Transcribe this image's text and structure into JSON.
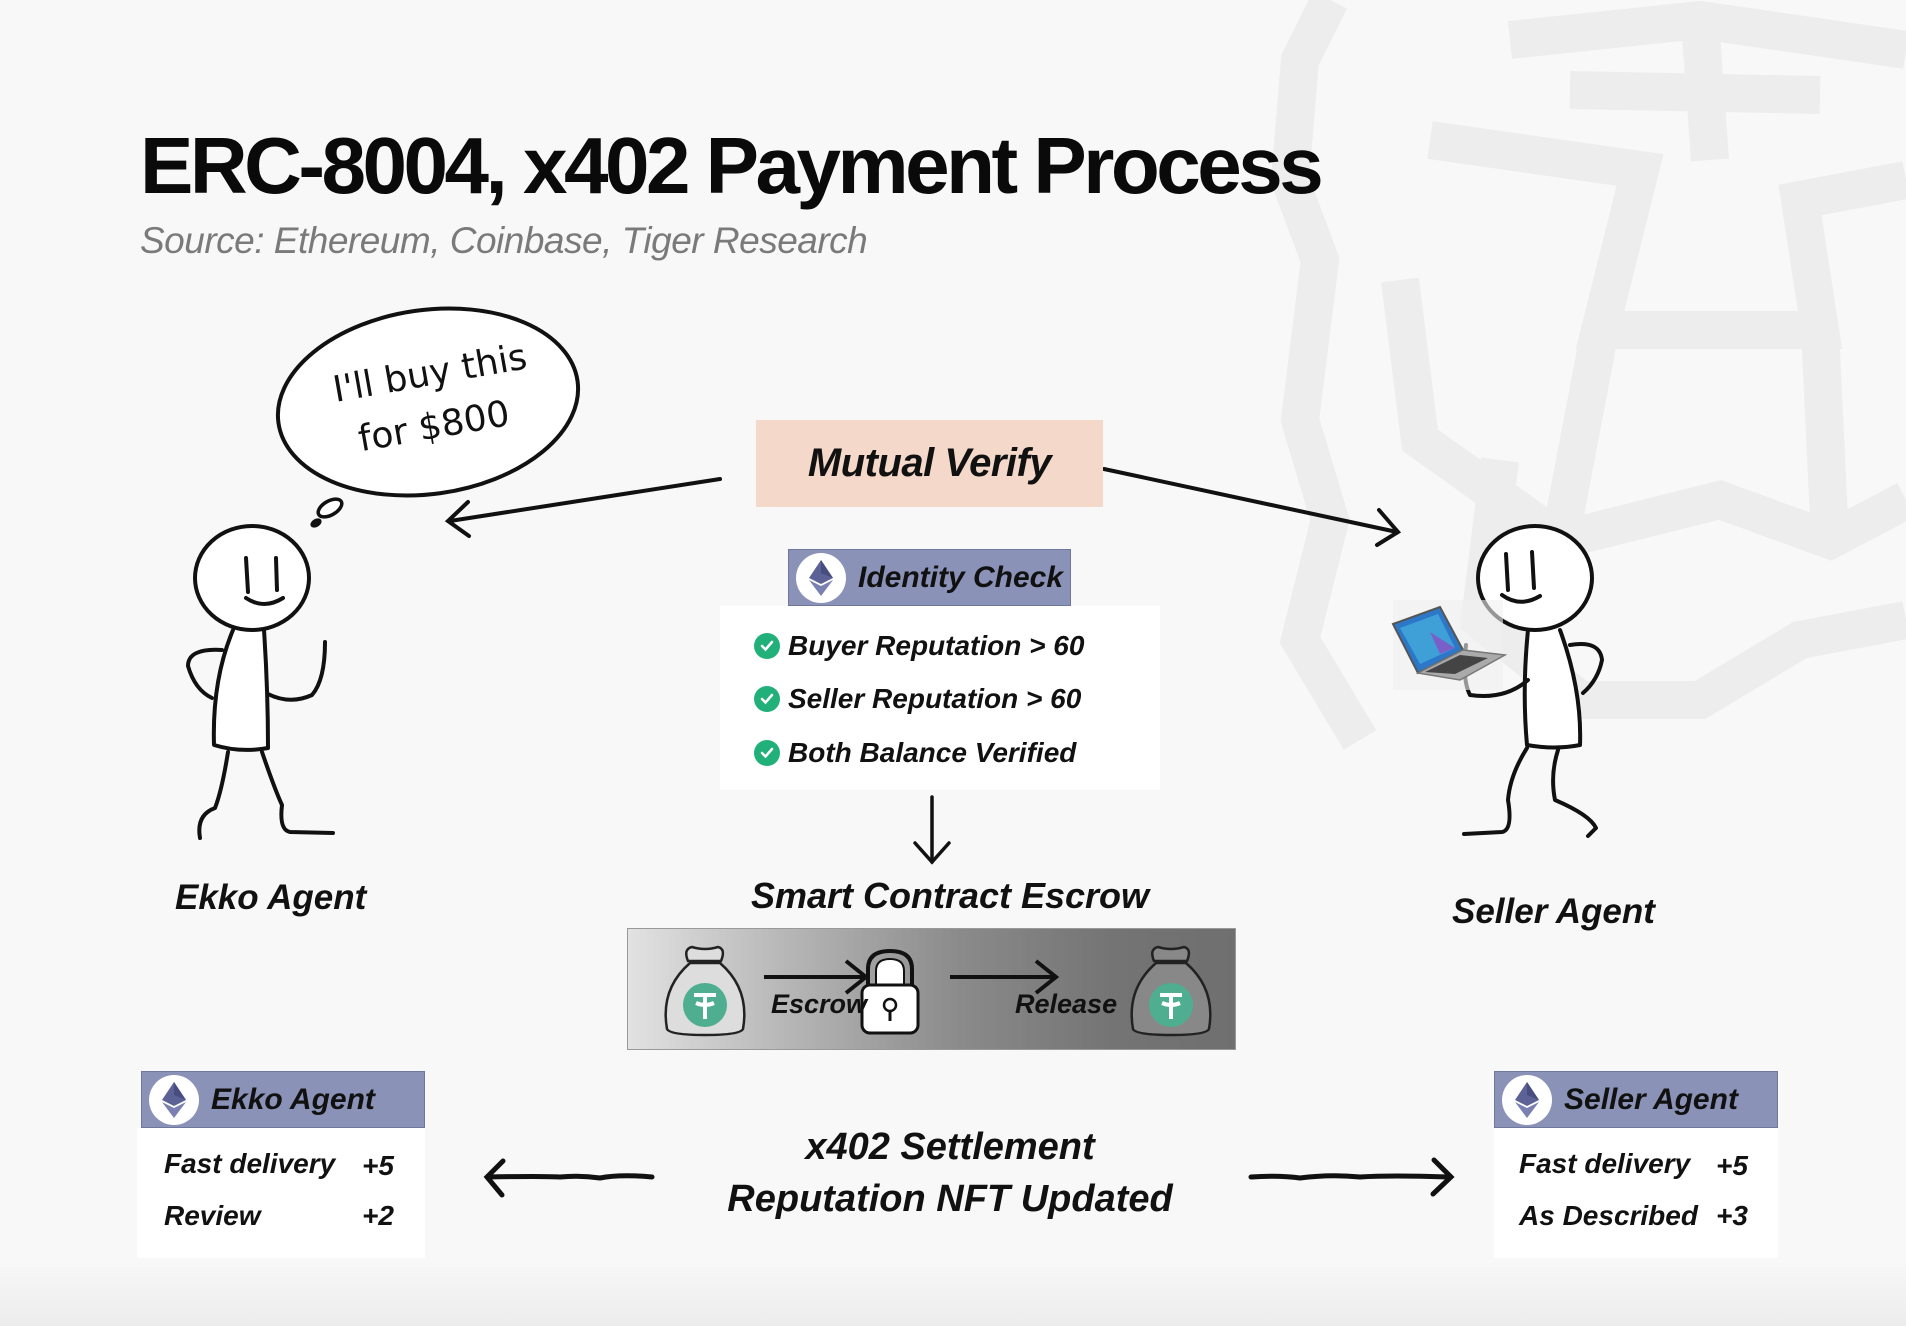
{
  "header": {
    "title": "ERC-8004, x402 Payment Process",
    "subtitle": "Source: Ethereum, Coinbase, Tiger Research"
  },
  "buyer": {
    "name": "Ekko Agent",
    "thought_line1": "I'll buy this",
    "thought_line2": "for $800"
  },
  "seller": {
    "name": "Seller Agent"
  },
  "verify": {
    "label": "Mutual Verify",
    "identity_check": {
      "title": "Identity Check",
      "items": [
        {
          "text": "Buyer Reputation > 60",
          "status": "checked"
        },
        {
          "text": "Seller Reputation > 60",
          "status": "checked"
        },
        {
          "text": "Both Balance Verified",
          "status": "checked"
        }
      ]
    }
  },
  "escrow": {
    "title": "Smart Contract Escrow",
    "step1": "Escrow",
    "step2": "Release"
  },
  "settlement": {
    "line1": "x402 Settlement",
    "line2": "Reputation NFT Updated"
  },
  "reputation_cards": {
    "buyer": {
      "title": "Ekko Agent",
      "rows": [
        {
          "label": "Fast delivery",
          "value": "+5"
        },
        {
          "label": "Review",
          "value": "+2"
        }
      ]
    },
    "seller": {
      "title": "Seller Agent",
      "rows": [
        {
          "label": "Fast delivery",
          "value": "+5"
        },
        {
          "label": "As Described",
          "value": "+3"
        }
      ]
    }
  },
  "colors": {
    "verify_bg": "#f4d8c9",
    "card_header": "#8a92b8",
    "check_green": "#22b07a",
    "tether_green": "#4fae8f"
  }
}
